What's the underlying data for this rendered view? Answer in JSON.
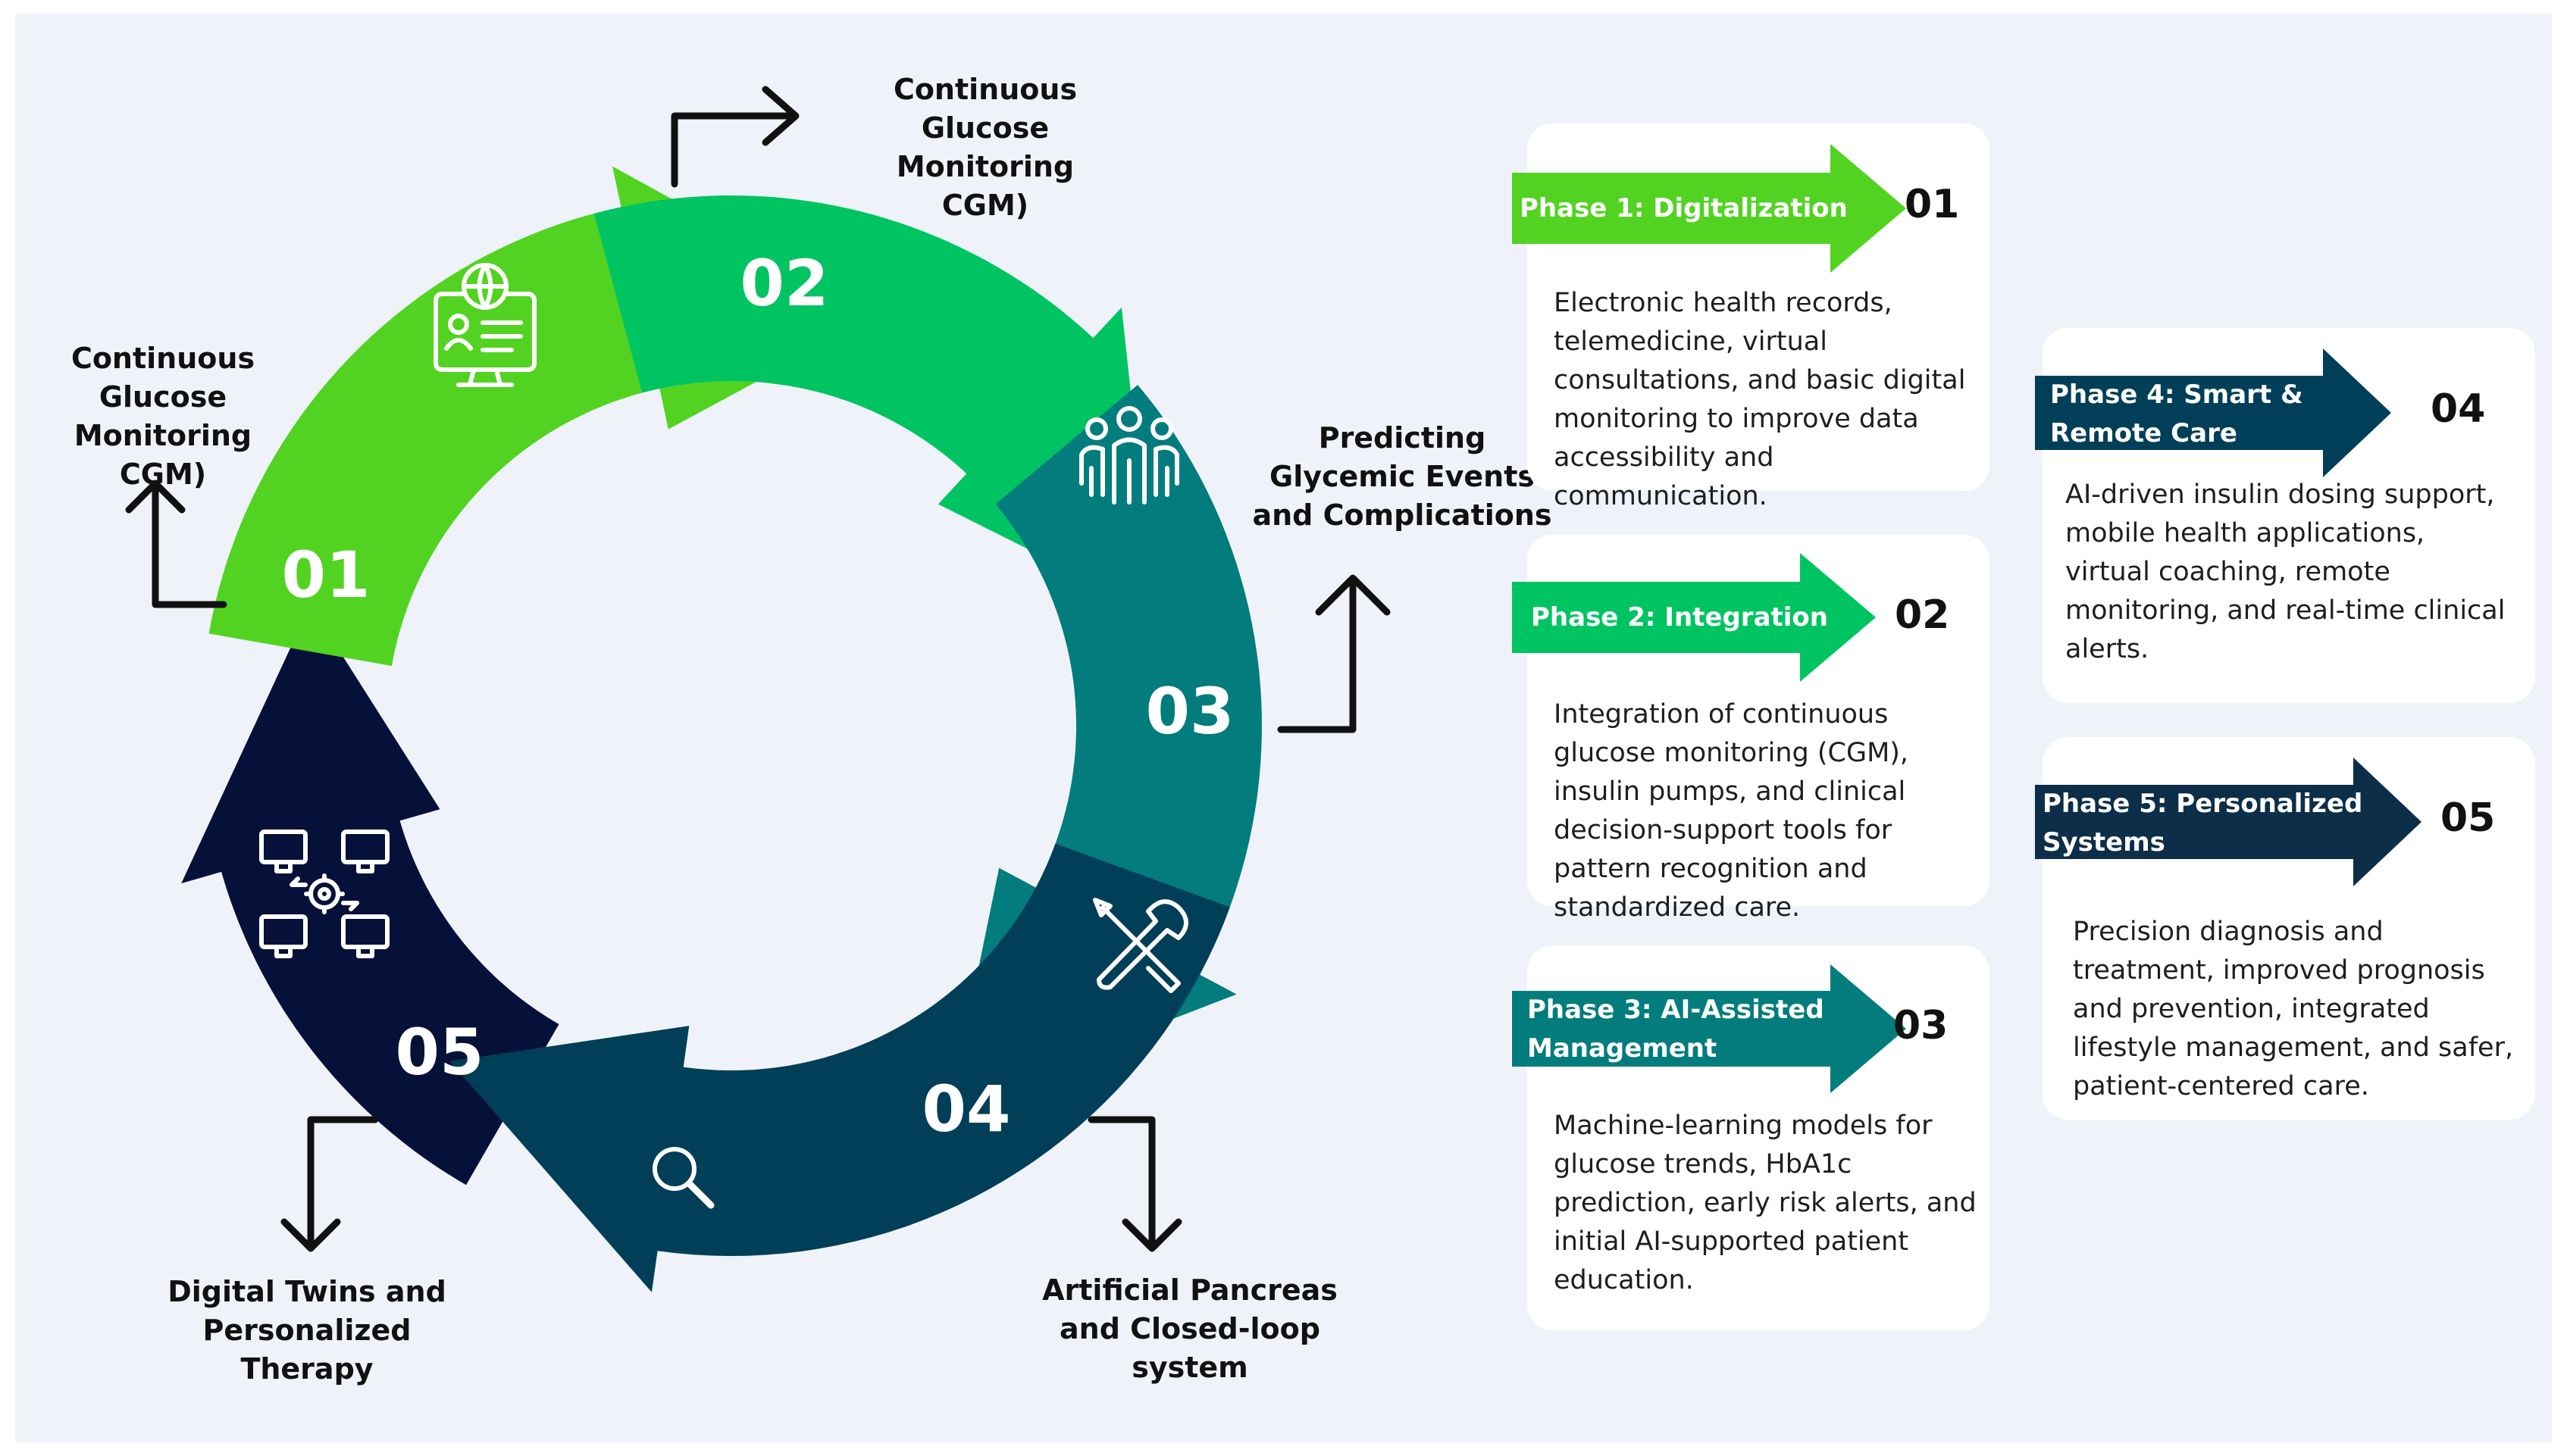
{
  "cycle": {
    "segments": [
      {
        "num": "01",
        "color": "#52d322",
        "icon": "monitor-user-icon"
      },
      {
        "num": "02",
        "color": "#00c462",
        "icon": "group-people-icon"
      },
      {
        "num": "03",
        "color": "#027c7c",
        "icon": "tools-icon"
      },
      {
        "num": "04",
        "color": "#013f58",
        "icon": "search-icon"
      },
      {
        "num": "05",
        "color": "#061139",
        "icon": "network-computers-icon"
      }
    ],
    "callouts": {
      "top": "Continuous Glucose\nMonitoring\nCGM)",
      "left": "Continuous Glucose\nMonitoring\nCGM)",
      "right": "Predicting\nGlycemic Events\nand Complications",
      "bottom_right": "Artificial Pancreas\nand Closed-loop\nsystem",
      "bottom_left": "Digital Twins and\nPersonalized\nTherapy"
    }
  },
  "phases": [
    {
      "title": "Phase 1: Digitalization",
      "num": "01",
      "color": "#52d322",
      "text": "Electronic health records, telemedicine, virtual consultations, and basic digital monitoring to improve data accessibility and communication."
    },
    {
      "title": "Phase 2: Integration",
      "num": "02",
      "color": "#00c462",
      "text": "Integration of continuous glucose monitoring (CGM), insulin pumps, and clinical decision-support tools for pattern recognition and standardized care."
    },
    {
      "title": "Phase 3: AI-Assisted\nManagement",
      "num": "03",
      "color": "#027c7c",
      "text": "Machine-learning models for glucose trends, HbA1c prediction, early risk alerts, and initial AI-supported patient education."
    },
    {
      "title": "Phase 4: Smart &\nRemote Care",
      "num": "04",
      "color": "#013f58",
      "text": "AI-driven insulin dosing support, mobile health applications, virtual coaching, remote monitoring, and real-time clinical alerts."
    },
    {
      "title": "Phase 5: Personalized\nSystems",
      "num": "05",
      "color": "#0d2e48",
      "text": "Precision diagnosis and treatment, improved prognosis and prevention, integrated lifestyle management, and safer, patient-centered care."
    }
  ]
}
